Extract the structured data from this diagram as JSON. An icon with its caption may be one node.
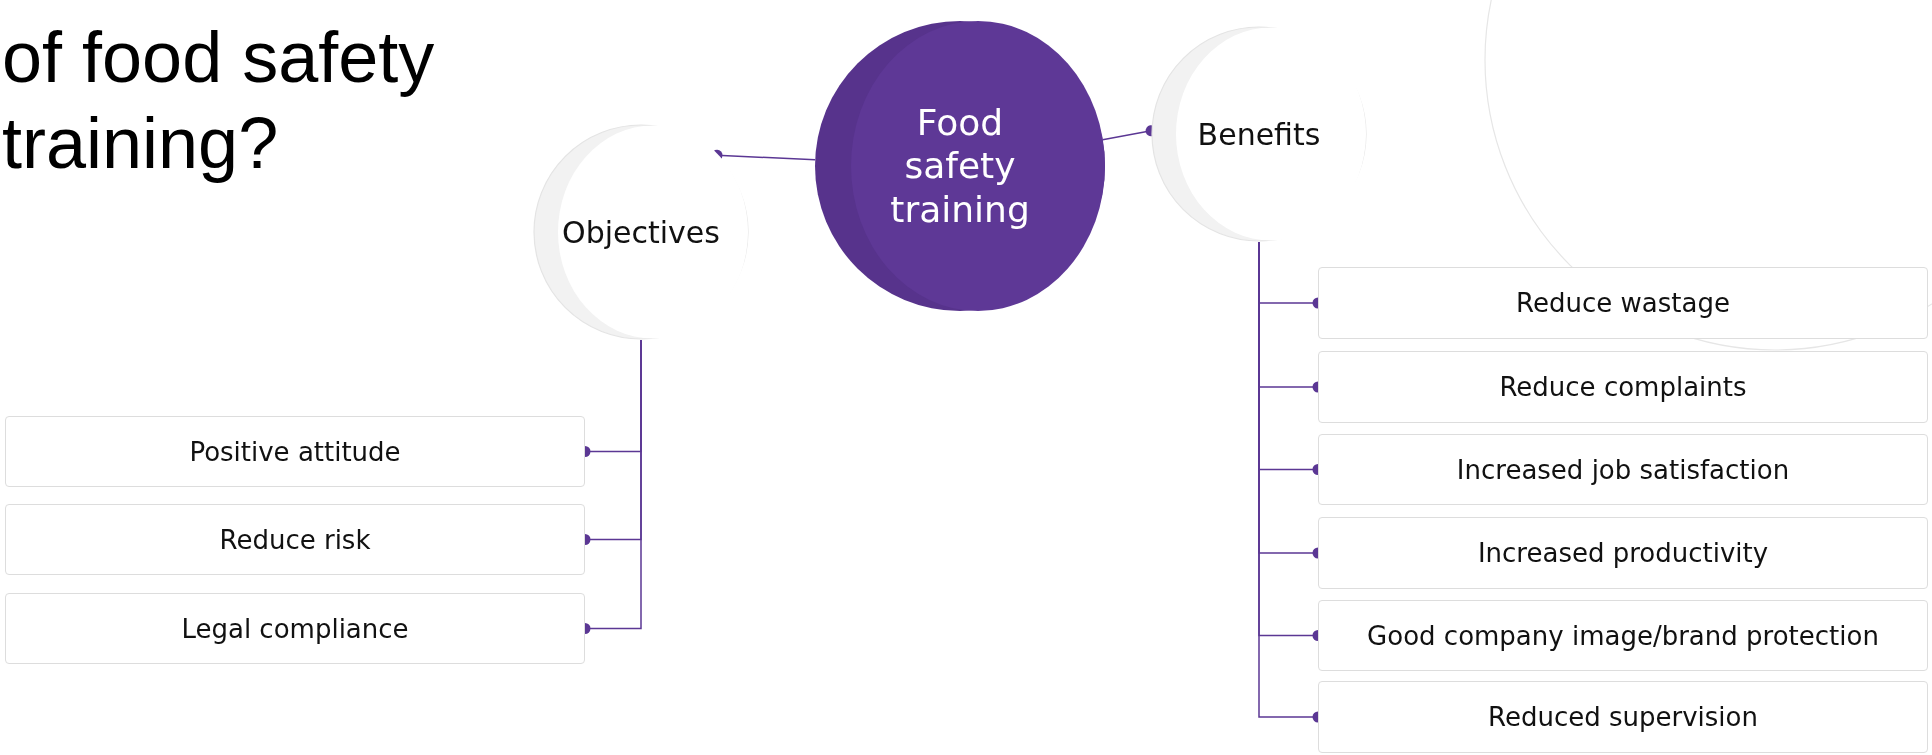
{
  "diagram": {
    "title": "of food safety training?",
    "nodes": [
      {
        "text": [
          "Food safety training"
        ]
      },
      {
        "text": [
          "Objectives"
        ]
      },
      {
        "text": [
          "Benefits"
        ]
      },
      {
        "text": [
          "Positive attitude"
        ]
      },
      {
        "text": [
          "Reduce risk"
        ]
      },
      {
        "text": [
          "Legal compliance"
        ]
      },
      {
        "text": [
          "Reduce wastage"
        ]
      },
      {
        "text": [
          "Reduce complaints"
        ]
      },
      {
        "text": [
          "Increased job satisfaction"
        ]
      },
      {
        "text": [
          "Increased productivity"
        ]
      },
      {
        "text": [
          "Good company image/brand protection"
        ]
      },
      {
        "text": [
          "Reduced supervision"
        ]
      }
    ],
    "edges": [
      {
        "from": 0,
        "to": 1,
        "arrow": "other"
      },
      {
        "from": 0,
        "to": 2,
        "arrow": "other"
      },
      {
        "from": 1,
        "to": 3,
        "arrow": "other"
      },
      {
        "from": 1,
        "to": 4,
        "arrow": "other"
      },
      {
        "from": 1,
        "to": 5,
        "arrow": "other"
      },
      {
        "from": 2,
        "to": 6,
        "arrow": "other"
      },
      {
        "from": 2,
        "to": 7,
        "arrow": "other"
      },
      {
        "from": 2,
        "to": 8,
        "arrow": "other"
      },
      {
        "from": 2,
        "to": 9,
        "arrow": "other"
      },
      {
        "from": 2,
        "to": 10,
        "arrow": "other"
      },
      {
        "from": 2,
        "to": 11,
        "arrow": "other"
      }
    ]
  }
}
